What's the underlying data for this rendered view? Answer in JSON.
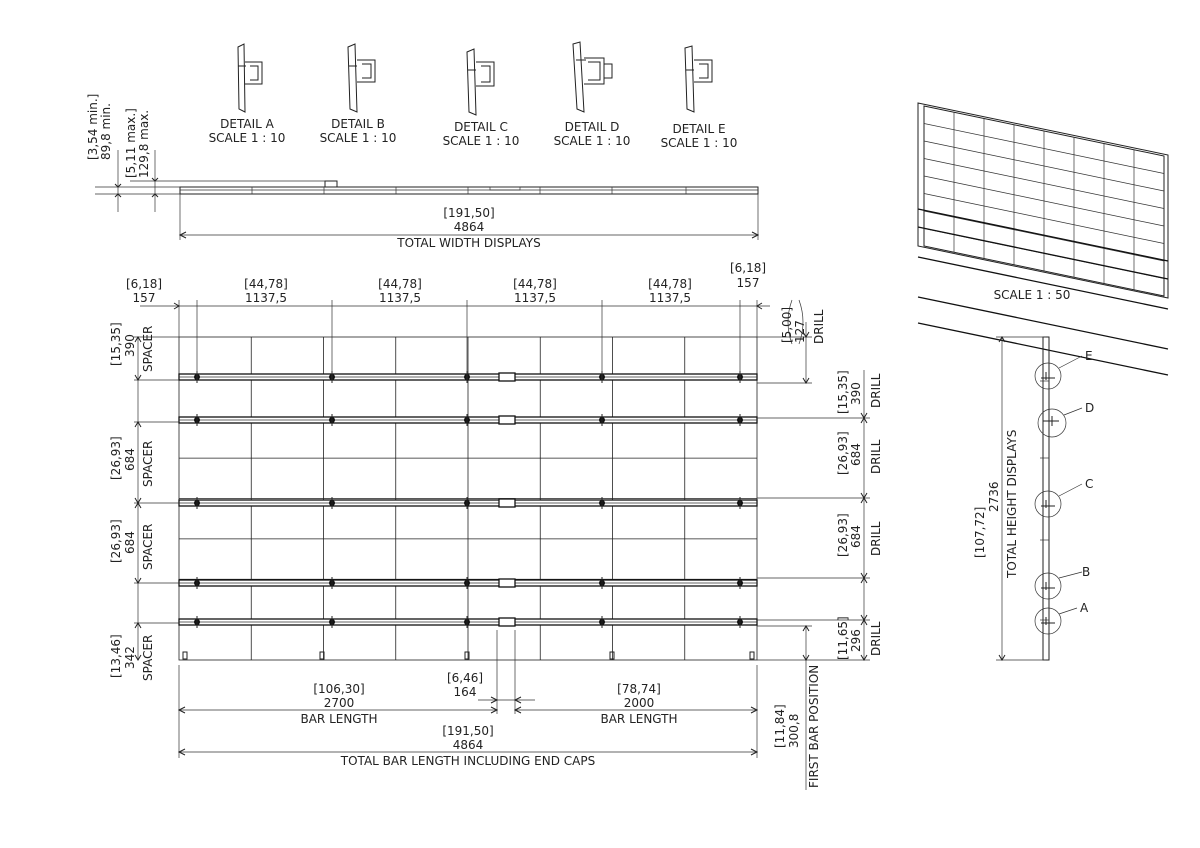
{
  "details": [
    {
      "title": "DETAIL A",
      "scale": "SCALE 1 : 10"
    },
    {
      "title": "DETAIL B",
      "scale": "SCALE 1 : 10"
    },
    {
      "title": "DETAIL C",
      "scale": "SCALE 1 : 10"
    },
    {
      "title": "DETAIL D",
      "scale": "SCALE 1 : 10"
    },
    {
      "title": "DETAIL E",
      "scale": "SCALE 1 : 10"
    }
  ],
  "top_view": {
    "min_in": "[3,54 min.]",
    "min_mm": "89,8 min.",
    "max_in": "[5,11 max.]",
    "max_mm": "129,8 max.",
    "width_in": "[191,50]",
    "width_mm": "4864",
    "width_label": "TOTAL WIDTH DISPLAYS"
  },
  "iso_scale": "SCALE 1 : 50",
  "col_dims": [
    {
      "in": "[6,18]",
      "mm": "157"
    },
    {
      "in": "[44,78]",
      "mm": "1137,5"
    },
    {
      "in": "[44,78]",
      "mm": "1137,5"
    },
    {
      "in": "[44,78]",
      "mm": "1137,5"
    },
    {
      "in": "[44,78]",
      "mm": "1137,5"
    },
    {
      "in": "[6,18]",
      "mm": "157"
    }
  ],
  "drill_top": {
    "in": "[5,00]",
    "mm": "127",
    "label": "DRILL"
  },
  "left_dims": [
    {
      "in": "[15,35]",
      "mm": "390",
      "label": "SPACER"
    },
    {
      "in": "[26,93]",
      "mm": "684",
      "label": "SPACER"
    },
    {
      "in": "[26,93]",
      "mm": "684",
      "label": "SPACER"
    },
    {
      "in": "[13,46]",
      "mm": "342",
      "label": "SPACER"
    }
  ],
  "right_dims": [
    {
      "in": "[15,35]",
      "mm": "390",
      "label": "DRILL"
    },
    {
      "in": "[26,93]",
      "mm": "684",
      "label": "DRILL"
    },
    {
      "in": "[26,93]",
      "mm": "684",
      "label": "DRILL"
    },
    {
      "in": "[11,65]",
      "mm": "296",
      "label": "DRILL"
    }
  ],
  "first_bar": {
    "in": "[11,84]",
    "mm": "300,8",
    "label": "FIRST BAR POSITION"
  },
  "bottom": {
    "bar1_in": "[106,30]",
    "bar1_mm": "2700",
    "bar1_label": "BAR LENGTH",
    "gap_in": "[6,46]",
    "gap_mm": "164",
    "bar2_in": "[78,74]",
    "bar2_mm": "2000",
    "bar2_label": "BAR LENGTH",
    "total_in": "[191,50]",
    "total_mm": "4864",
    "total_label": "TOTAL BAR LENGTH INCLUDING END CAPS"
  },
  "side_view": {
    "in": "[107,72]",
    "mm": "2736",
    "label": "TOTAL HEIGHT DISPLAYS",
    "callouts": [
      "E",
      "D",
      "C",
      "B",
      "A"
    ]
  }
}
